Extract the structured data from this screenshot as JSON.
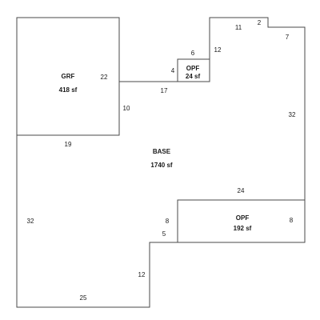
{
  "areas": {
    "grf": {
      "name": "GRF",
      "size": "418 sf"
    },
    "opf_small": {
      "name": "OPF",
      "size": "24 sf"
    },
    "base": {
      "name": "BASE",
      "size": "1740 sf"
    },
    "opf_large": {
      "name": "OPF",
      "size": "192 sf"
    }
  },
  "dimensions": {
    "grf_right": "22",
    "grf_bottom": "19",
    "grf_lower_side": "10",
    "connector": "17",
    "opf_small_left": "4",
    "opf_small_top": "6",
    "upper_left_side": "12",
    "top_edge": "11",
    "top_notch": "2",
    "notch_drop": "7",
    "right_side": "32",
    "opf_large_top": "24",
    "opf_large_right": "8",
    "opf_large_left": "8",
    "lower_step": "5",
    "left_side": "32",
    "bottom_right_side": "12",
    "bottom_edge": "25"
  },
  "colors": {
    "line": "#4a4a4a",
    "text": "#1a1a1a",
    "background": "#ffffff"
  }
}
